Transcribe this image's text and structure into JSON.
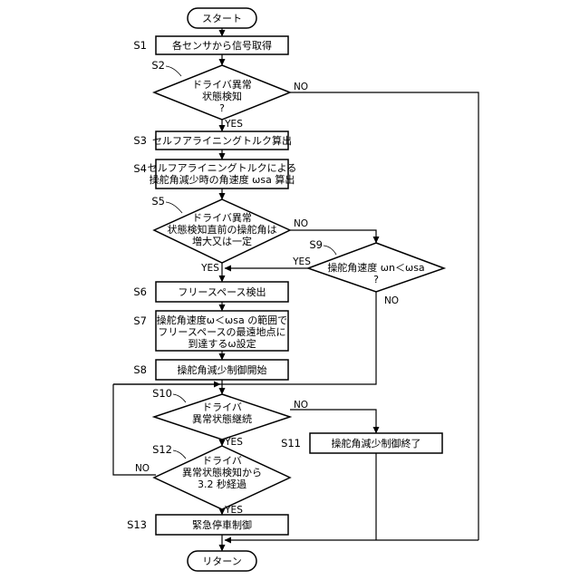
{
  "start": "スタート",
  "end": "リターン",
  "labels": {
    "yes": "YES",
    "no": "NO"
  },
  "steps": {
    "s1": {
      "id": "S1",
      "lines": [
        "各センサから信号取得"
      ]
    },
    "s2": {
      "id": "S2",
      "lines": [
        "ドライバ異常",
        "状態検知",
        "?"
      ]
    },
    "s3": {
      "id": "S3",
      "lines": [
        "セルフアライニングトルク算出"
      ]
    },
    "s4": {
      "id": "S4",
      "lines": [
        "セルフアライニングトルクによる",
        "操舵角減少時の角速度 ωsa 算出"
      ]
    },
    "s5": {
      "id": "S5",
      "lines": [
        "ドライバ異常",
        "状態検知直前の操舵角は",
        "増大又は一定"
      ]
    },
    "s6": {
      "id": "S6",
      "lines": [
        "フリースペース検出"
      ]
    },
    "s7": {
      "id": "S7",
      "lines": [
        "操舵角速度ω＜ωsa の範囲で",
        "フリースペースの最遠地点に",
        "到達するω設定"
      ]
    },
    "s8": {
      "id": "S8",
      "lines": [
        "操舵角減少制御開始"
      ]
    },
    "s9": {
      "id": "S9",
      "lines": [
        "操舵角速度 ωn＜ωsa",
        "?"
      ]
    },
    "s10": {
      "id": "S10",
      "lines": [
        "ドライバ",
        "異常状態継続"
      ]
    },
    "s11": {
      "id": "S11",
      "lines": [
        "操舵角減少制御終了"
      ]
    },
    "s12": {
      "id": "S12",
      "lines": [
        "ドライバ",
        "異常状態検知から",
        "3.2 秒経過"
      ]
    },
    "s13": {
      "id": "S13",
      "lines": [
        "緊急停車制御"
      ]
    }
  }
}
